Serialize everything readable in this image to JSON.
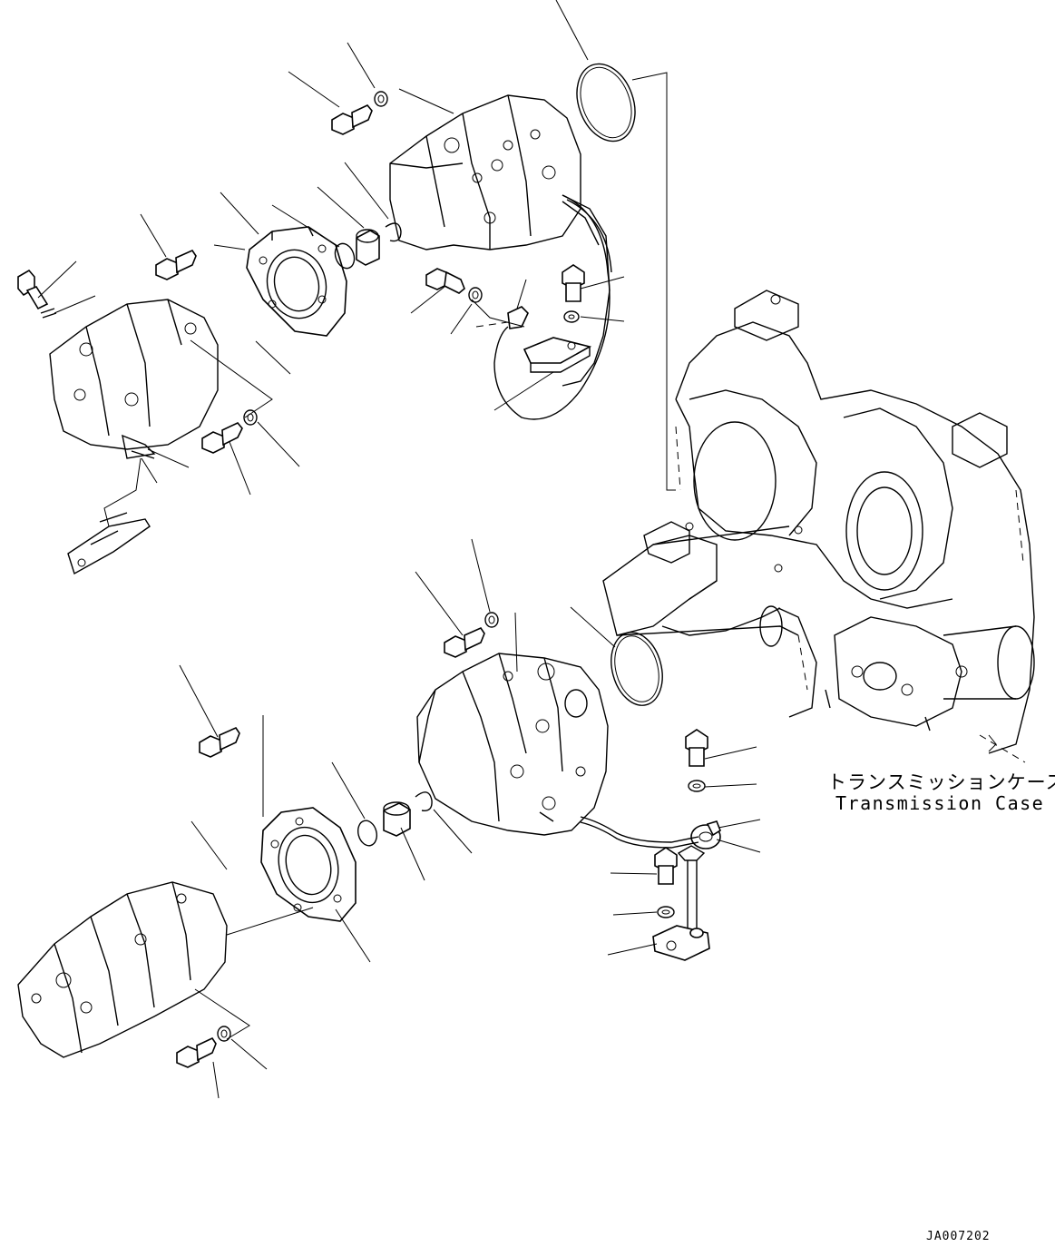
{
  "annotations": {
    "case_label_jp": "トランスミッションケース",
    "case_label_en": "Transmission Case"
  },
  "drawing_code": "JA007202",
  "icons": [
    "bolt-icon",
    "washer-icon",
    "o-ring-icon",
    "snap-ring-icon",
    "bushing-icon",
    "flange-icon",
    "bracket-icon",
    "pump-icon",
    "clamp-icon"
  ]
}
